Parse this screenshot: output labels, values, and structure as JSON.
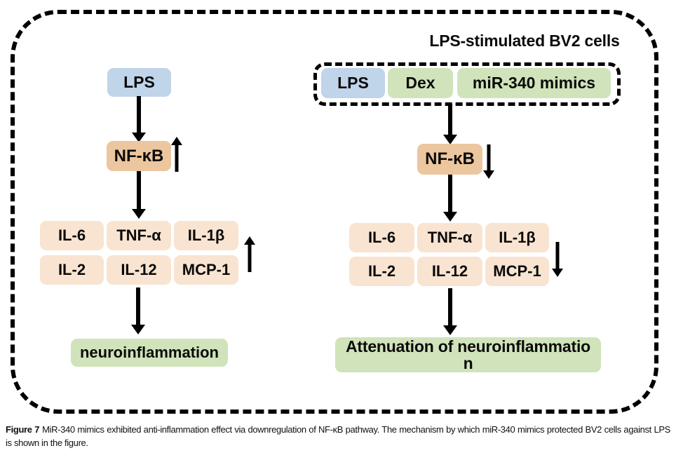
{
  "colors": {
    "blue": "#c0d4ea",
    "orange": "#ecc69e",
    "peach": "#f8e4d1",
    "green": "#d0e3ba",
    "ink": "#000000"
  },
  "header": {
    "title": "LPS-stimulated BV2 cells"
  },
  "left_pathway": {
    "stimulus": "LPS",
    "mediator": "NF-κB",
    "mediator_trend": "up",
    "cytokines": [
      "IL-6",
      "TNF-α",
      "IL-1β",
      "IL-2",
      "IL-12",
      "MCP-1"
    ],
    "cytokines_trend": "up",
    "outcome": "neuroinflammation"
  },
  "right_pathway": {
    "treatments": [
      "LPS",
      "Dex",
      "miR-340 mimics"
    ],
    "mediator": "NF-κB",
    "mediator_trend": "down",
    "cytokines": [
      "IL-6",
      "TNF-α",
      "IL-1β",
      "IL-2",
      "IL-12",
      "MCP-1"
    ],
    "cytokines_trend": "down",
    "outcome_line1": "Attenuation of neuroinflammatio",
    "outcome_line2": "n"
  },
  "caption": {
    "label": "Figure 7",
    "text": "MiR-340 mimics exhibited anti-inflammation effect via downregulation of NF-κB pathway. The mechanism by which miR-340 mimics protected BV2 cells against LPS is shown in the figure."
  }
}
